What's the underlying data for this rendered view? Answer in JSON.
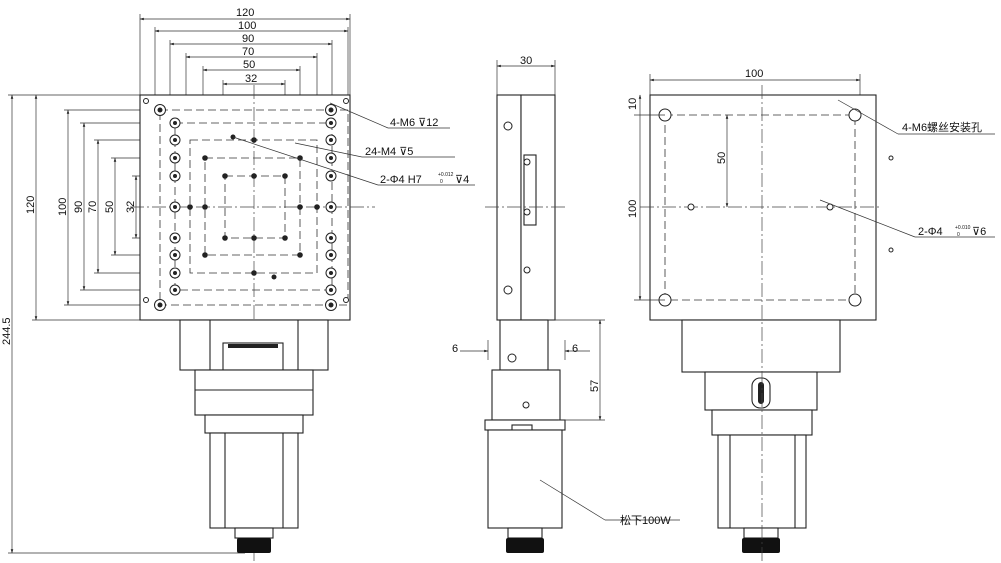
{
  "front_view": {
    "dims_top": [
      "120",
      "100",
      "90",
      "70",
      "50",
      "32"
    ],
    "dims_left": [
      "120",
      "100",
      "90",
      "70",
      "50",
      "32"
    ],
    "total_height": "244.5",
    "callouts": {
      "mount_holes": "4-M6",
      "mount_depth": "12",
      "tapped_holes": "24-M4",
      "tapped_depth": "5",
      "pin_holes": "2-Φ4 H7",
      "pin_tol": "+0.012",
      "pin_tol_low": "0",
      "pin_depth": "4"
    }
  },
  "side_view": {
    "width_dim": "30",
    "left_dim": "6",
    "right_dim": "6",
    "height_dim": "57",
    "motor_label": "松下100W"
  },
  "top_view": {
    "width_dim": "100",
    "height_dim": "100",
    "inner_dim": "50",
    "edge_dim": "10",
    "callout_mount": "4-M6螺丝安装孔",
    "callout_pin": "2-Φ4",
    "pin_tol": "+0.010",
    "pin_tol_low": "0",
    "pin_depth": "6"
  }
}
